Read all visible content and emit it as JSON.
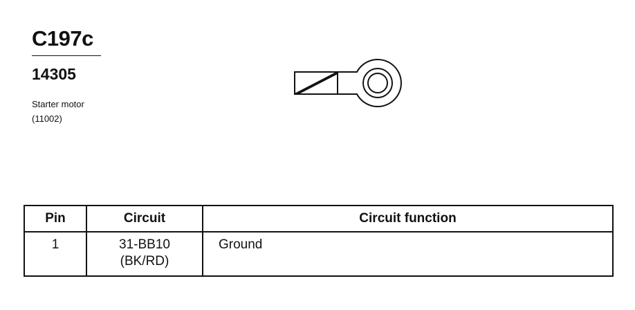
{
  "connector": {
    "id": "C197c",
    "part_number": "14305",
    "component_name": "Starter motor",
    "component_ref": "(11002)"
  },
  "table": {
    "headers": {
      "pin": "Pin",
      "circuit": "Circuit",
      "function": "Circuit function"
    },
    "rows": [
      {
        "pin": "1",
        "circuit": "31-BB10",
        "wire_color": "(BK/RD)",
        "function": "Ground"
      }
    ]
  }
}
